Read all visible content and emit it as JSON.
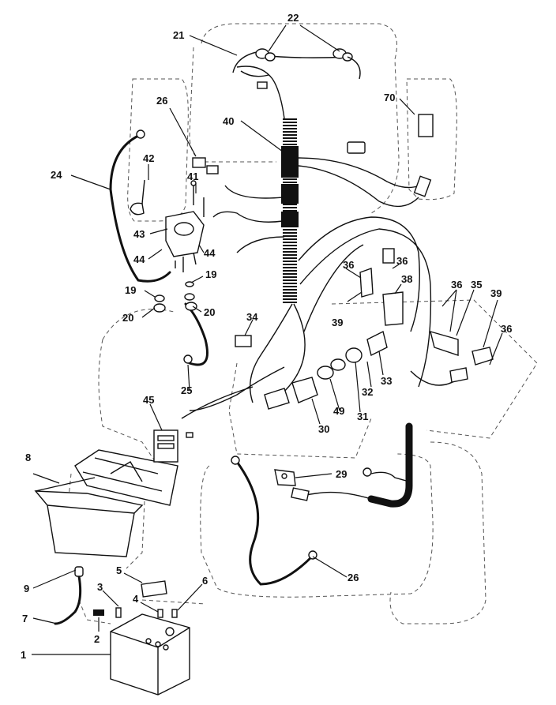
{
  "diagram": {
    "colors": {
      "ink": "#111111",
      "ghost": "#555555",
      "paper": "#ffffff"
    },
    "callouts": [
      {
        "id": "c1",
        "label": "1"
      },
      {
        "id": "c2",
        "label": "2"
      },
      {
        "id": "c3",
        "label": "3"
      },
      {
        "id": "c4",
        "label": "4"
      },
      {
        "id": "c5",
        "label": "5"
      },
      {
        "id": "c6",
        "label": "6"
      },
      {
        "id": "c7",
        "label": "7"
      },
      {
        "id": "c8",
        "label": "8"
      },
      {
        "id": "c9",
        "label": "9"
      },
      {
        "id": "c19a",
        "label": "19"
      },
      {
        "id": "c19b",
        "label": "19"
      },
      {
        "id": "c20a",
        "label": "20"
      },
      {
        "id": "c20b",
        "label": "20"
      },
      {
        "id": "c21",
        "label": "21"
      },
      {
        "id": "c22",
        "label": "22"
      },
      {
        "id": "c24",
        "label": "24"
      },
      {
        "id": "c25",
        "label": "25"
      },
      {
        "id": "c26a",
        "label": "26"
      },
      {
        "id": "c26b",
        "label": "26"
      },
      {
        "id": "c29",
        "label": "29"
      },
      {
        "id": "c30",
        "label": "30"
      },
      {
        "id": "c31",
        "label": "31"
      },
      {
        "id": "c32",
        "label": "32"
      },
      {
        "id": "c33",
        "label": "33"
      },
      {
        "id": "c34",
        "label": "34"
      },
      {
        "id": "c35",
        "label": "35"
      },
      {
        "id": "c36a",
        "label": "36"
      },
      {
        "id": "c36b",
        "label": "36"
      },
      {
        "id": "c36c",
        "label": "36"
      },
      {
        "id": "c36d",
        "label": "36"
      },
      {
        "id": "c38",
        "label": "38"
      },
      {
        "id": "c39a",
        "label": "39"
      },
      {
        "id": "c39b",
        "label": "39"
      },
      {
        "id": "c40",
        "label": "40"
      },
      {
        "id": "c41",
        "label": "41"
      },
      {
        "id": "c42",
        "label": "42"
      },
      {
        "id": "c43",
        "label": "43"
      },
      {
        "id": "c44a",
        "label": "44"
      },
      {
        "id": "c44b",
        "label": "44"
      },
      {
        "id": "c45",
        "label": "45"
      },
      {
        "id": "c49",
        "label": "49"
      },
      {
        "id": "c70",
        "label": "70"
      }
    ]
  }
}
